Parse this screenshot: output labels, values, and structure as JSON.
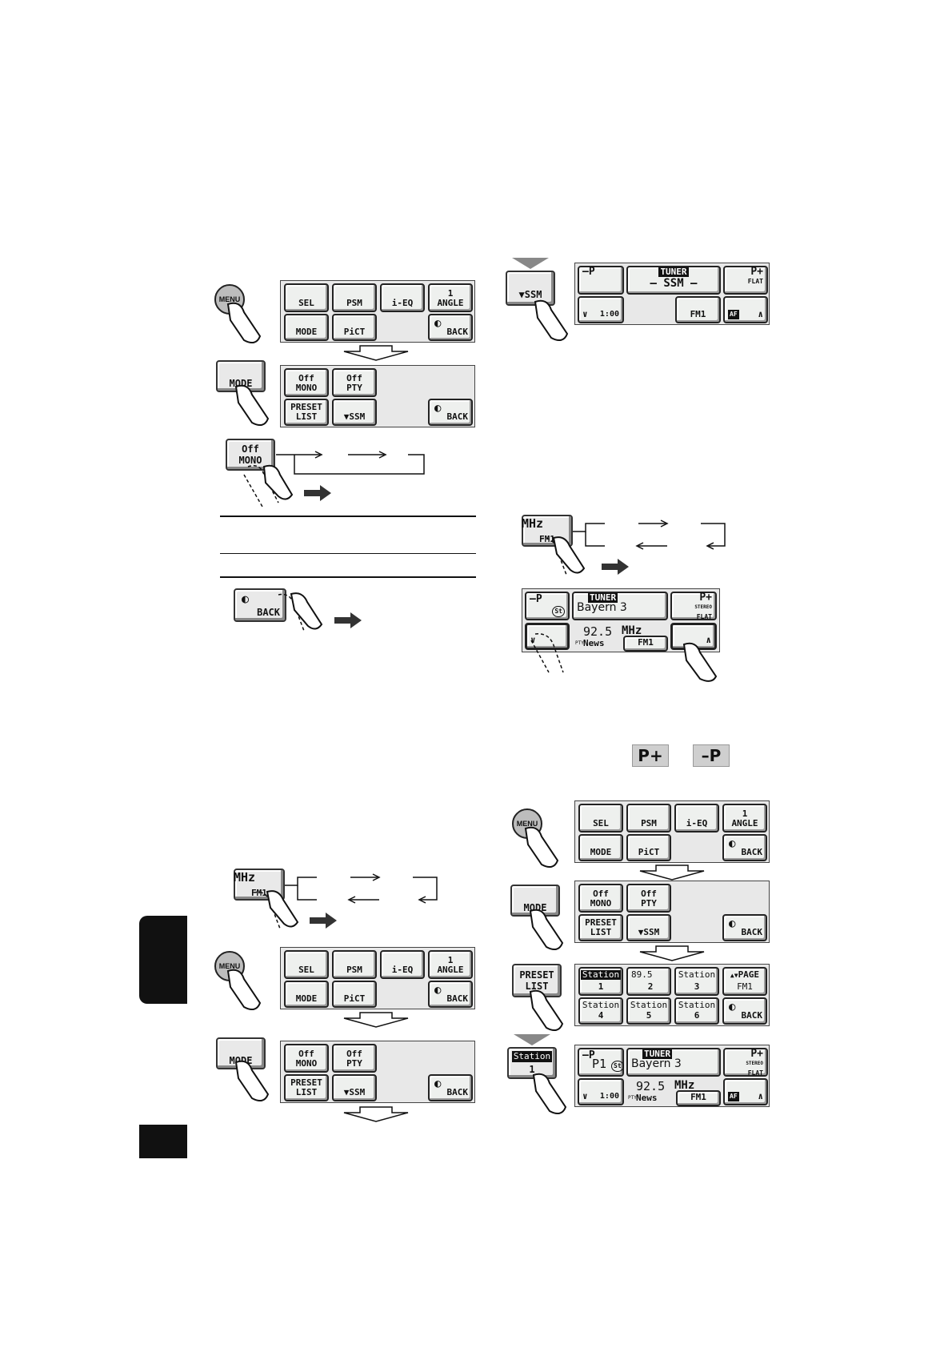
{
  "menu_button": {
    "label": "MENU"
  },
  "main_menu": {
    "sel": "SEL",
    "psm": "PSM",
    "ieq": "i-EQ",
    "angle_num": "1",
    "angle": "ANGLE",
    "mode": "MODE",
    "pict": "PiCT",
    "back": "BACK"
  },
  "mode_menu": {
    "mode_button": "MODE",
    "off_1": "Off",
    "mono": "MONO",
    "off_2": "Off",
    "pty": "PTY",
    "preset": "PRESET",
    "list": "LIST",
    "ssm": "SSM",
    "back": "BACK"
  },
  "mono_button": {
    "off": "Off",
    "mono": "MONO"
  },
  "back_button": {
    "label": "BACK"
  },
  "ssm_button": {
    "label": "SSM"
  },
  "ssm_screen": {
    "tuner": "TUNER",
    "ssm": "– SSM –",
    "minus_p": "–P",
    "p_plus": "P+",
    "flat": "FLAT",
    "time": "1:00",
    "band": "FM1",
    "af": "AF"
  },
  "band_button": {
    "mhz": "MHz",
    "band": "FM1"
  },
  "tuner_screen": {
    "tuner": "TUNER",
    "minus_p": "–P",
    "st": "St",
    "station_name": "Bayern 3",
    "p_plus": "P+",
    "stereo": "STEREO",
    "flat": "FLAT",
    "freq": "92.5",
    "mhz": "MHz",
    "pty": "PTY",
    "news": "News",
    "band": "FM1"
  },
  "p_icons": {
    "p_plus": "P+",
    "minus_p": "–P"
  },
  "preset_list": {
    "preset_button_1": "PRESET",
    "preset_button_2": "LIST",
    "st1_a": "Station",
    "st1_b": "1",
    "st2_a": "89.5",
    "st2_b": "2",
    "st3_a": "Station",
    "st3_b": "3",
    "page": "PAGE",
    "page_band": "FM1",
    "st4_a": "Station",
    "st4_b": "4",
    "st5_a": "Station",
    "st5_b": "5",
    "st6_a": "Station",
    "st6_b": "6",
    "back": "BACK"
  },
  "station_button": {
    "label": "Station",
    "num": "1"
  },
  "final_screen": {
    "tuner": "TUNER",
    "minus_p": "–P",
    "p1": "P1",
    "st": "St",
    "station_name": "Bayern 3",
    "p_plus": "P+",
    "stereo": "STEREO",
    "flat": "FLAT",
    "time": "1:00",
    "freq": "92.5",
    "mhz": "MHz",
    "pty": "PTY",
    "news": "News",
    "band": "FM1",
    "af": "AF"
  }
}
